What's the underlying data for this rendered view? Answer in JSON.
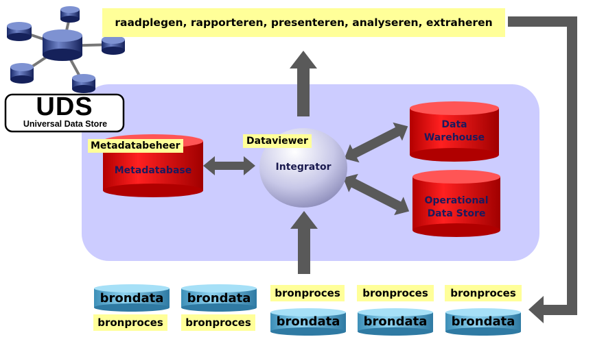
{
  "logo": {
    "title": "UDS",
    "subtitle": "Universal Data Store"
  },
  "top_label": "raadplegen, rapporteren, presenteren, analyseren, extraheren",
  "metadata_label": "Metadatabeheer",
  "metadatabase": "Metadatabase",
  "dataviewer_label": "Dataviewer",
  "integrator": "Integrator",
  "data_warehouse": [
    "Data",
    "Warehouse"
  ],
  "operational_data_store": [
    "Operational",
    "Data Store"
  ],
  "brondata_label": "brondata",
  "bronproces_label": "bronproces",
  "colors": {
    "panel": "#ccccff",
    "label_bg": "#ffff99",
    "cylinder_red": "#e00000",
    "cylinder_blue": "#5fb3d9",
    "arrow": "#595959"
  }
}
